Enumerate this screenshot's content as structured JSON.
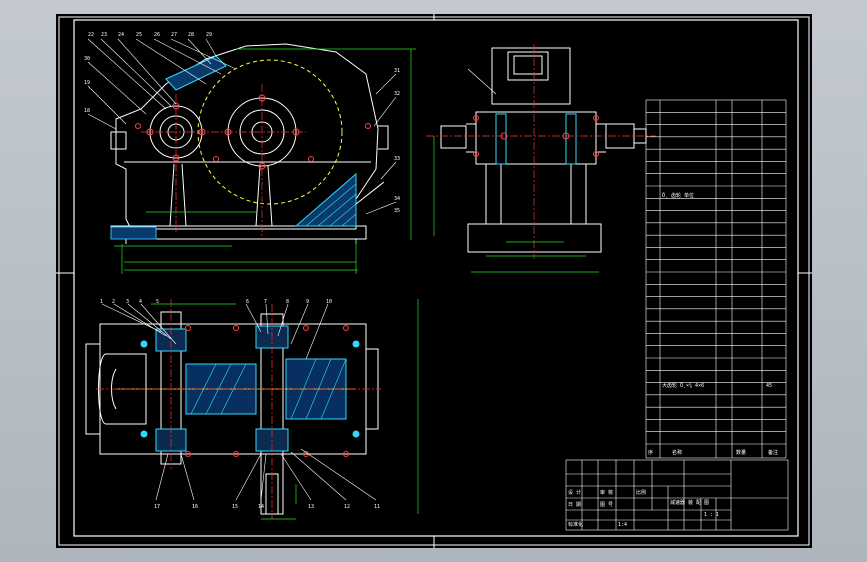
{
  "drawing": {
    "background": "#000000",
    "colors": {
      "outline": "#ffffff",
      "dimension": "#22e022",
      "centerline": "#ff3030",
      "hidden": "#ffff40",
      "bolt": "#ff4040",
      "hatch": "#2bb8ff",
      "cyan": "#30d8ff"
    },
    "views": [
      "front-view",
      "side-view",
      "top-section-view"
    ],
    "balloons_front": [
      "22",
      "23",
      "24",
      "25",
      "26",
      "27",
      "28",
      "29",
      "30",
      "19",
      "18",
      "31",
      "32",
      "33",
      "34",
      "35"
    ],
    "balloons_section": [
      "1",
      "2",
      "3",
      "4",
      "5",
      "6",
      "7",
      "8",
      "9",
      "10",
      "17",
      "16",
      "15",
      "14",
      "13",
      "12",
      "11"
    ]
  },
  "parts_list": {
    "row_count": 28,
    "labels": {
      "row_note_upper": "Ö¸ 齿轮 单位",
      "row_note_lower": "大齿轮 Ö¸×¼ 4×6",
      "row_note_lower_right": "45",
      "footer_col1": "序",
      "footer_col2": "名称",
      "footer_col3": "数量",
      "footer_col4": "备注"
    }
  },
  "title_block": {
    "labels": {
      "row1_a": "设 计",
      "row1_b": "审 核",
      "row1_c": "比例",
      "row2_a": "日 期",
      "row2_b": "图 号",
      "row3_a": "标准化",
      "row3_b": "1:4",
      "right_a": "減速器 装 配 图",
      "right_b": "1 : 1"
    }
  }
}
